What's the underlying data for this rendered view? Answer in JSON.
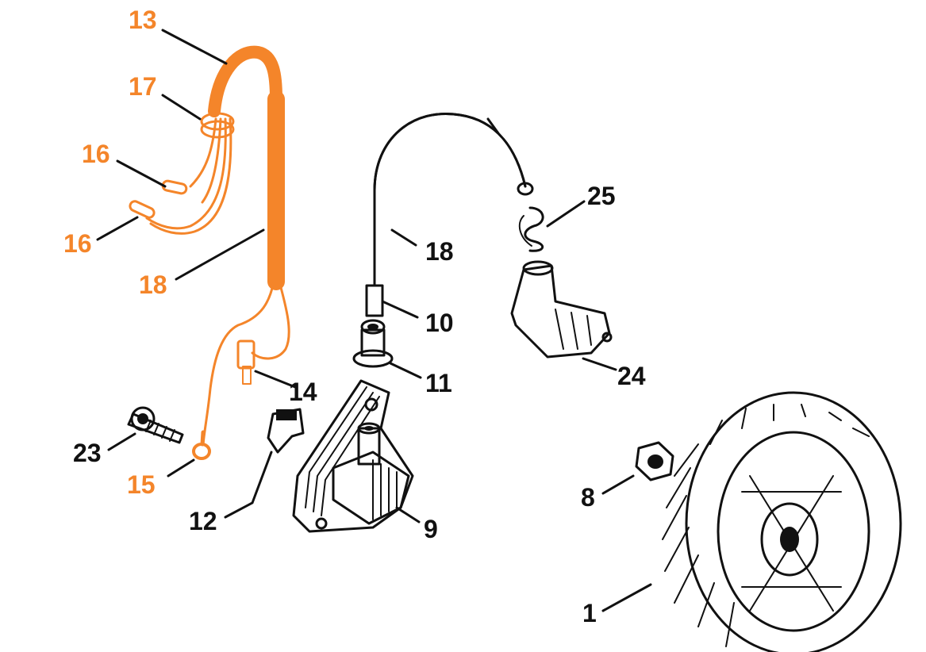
{
  "colors": {
    "highlight": "#f4852a",
    "ink": "#111111",
    "background": "#ffffff"
  },
  "callouts": {
    "c13": "13",
    "c17": "17",
    "c16a": "16",
    "c16b": "16",
    "c18a": "18",
    "c18b": "18",
    "c14": "14",
    "c23": "23",
    "c15": "15",
    "c12": "12",
    "c10": "10",
    "c11": "11",
    "c9": "9",
    "c25": "25",
    "c24": "24",
    "c8": "8",
    "c1": "1"
  }
}
